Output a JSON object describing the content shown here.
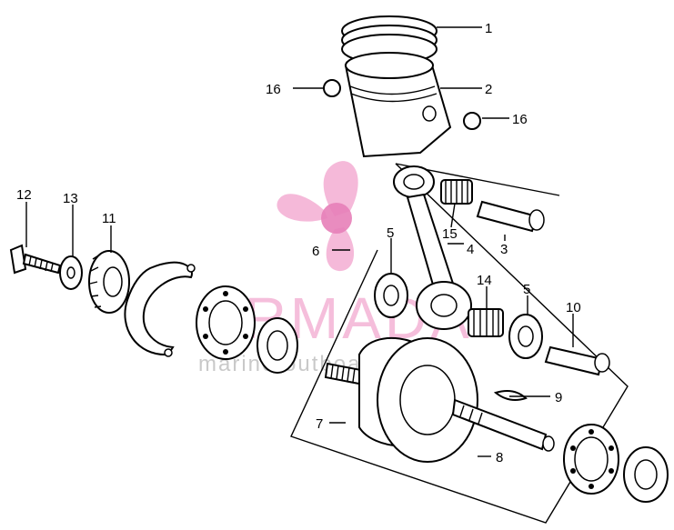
{
  "callouts": [
    "1",
    "2",
    "3",
    "4",
    "5",
    "5",
    "6",
    "7",
    "8",
    "9",
    "10",
    "11",
    "12",
    "13",
    "14",
    "15",
    "16",
    "16"
  ],
  "watermark": {
    "brand": "ARMADA",
    "tagline": "marine outboards",
    "color": "#f2a8cf"
  }
}
